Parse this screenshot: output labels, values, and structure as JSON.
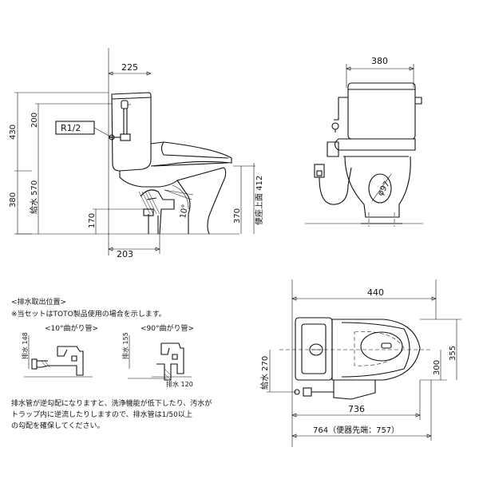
{
  "side_view": {
    "dim_top_depth": "225",
    "dim_430": "430",
    "dim_200": "200",
    "pipe_label": "R1/2",
    "dim_380": "380",
    "dim_supply_570": "給水 570",
    "dim_170": "170",
    "dim_370": "370",
    "dim_seat_412": "便座上面 412",
    "dim_angle": "10°",
    "dim_203": "203"
  },
  "front_view": {
    "dim_width": "380",
    "dim_bowl": "φ97"
  },
  "drain_section": {
    "title": "<排水取出位置>",
    "subtitle": "※当セットはTOTO製品使用の場合を示します。",
    "bend10_label": "<10°曲がり管>",
    "bend90_label": "<90°曲がり管>",
    "drain148": "排水 148",
    "drain155": "排水 155",
    "drain120": "排水 120",
    "note_lines": [
      "排水管が逆勾配になりますと、洗浄機能が低下したり、汚水が",
      "トラップ内に逆流したりしますので、排水管は1/50以上",
      "の勾配を確保してください。"
    ]
  },
  "plan_view": {
    "dim_440": "440",
    "dim_355": "355",
    "dim_300": "300",
    "dim_supply_270": "給水 270",
    "dim_736": "736",
    "dim_764": "764（便器先端：757）"
  }
}
